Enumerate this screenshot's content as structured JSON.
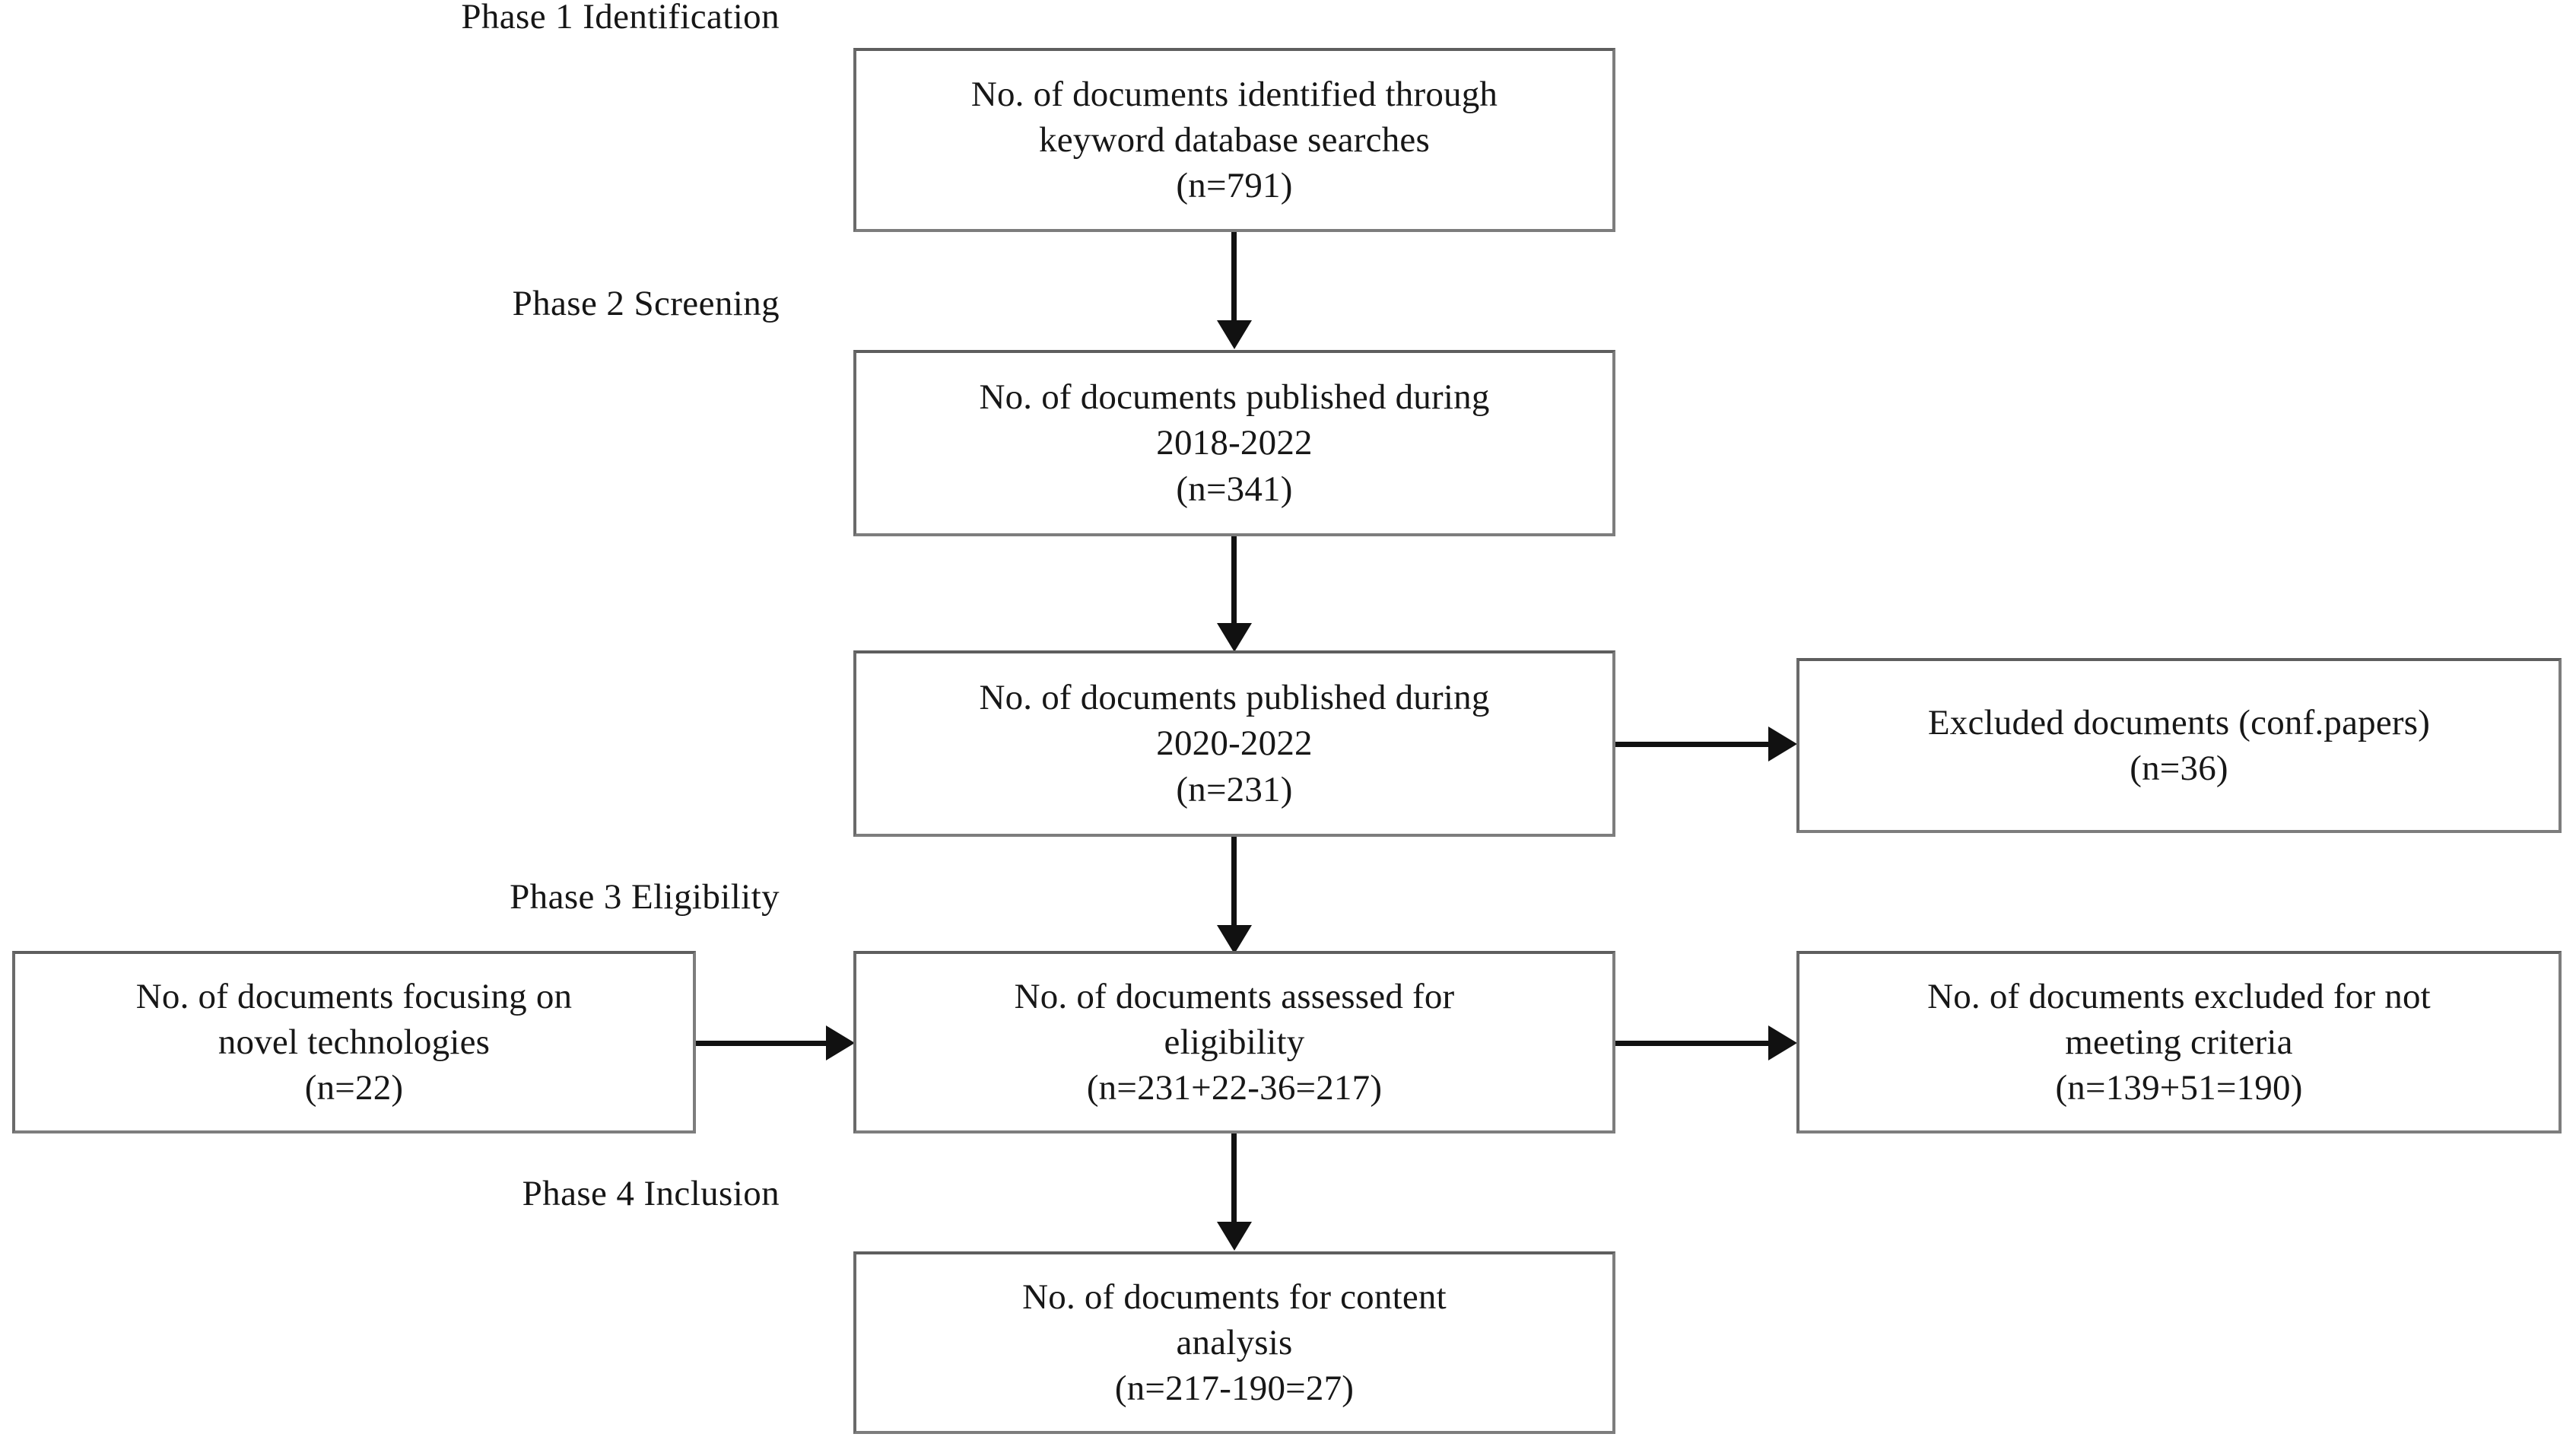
{
  "diagram": {
    "title": "PRISMA document selection flow diagram",
    "type": "flowchart",
    "colors": {
      "box_border": "#7d7d7d",
      "connector": "#111111",
      "text": "#171717",
      "background": "#ffffff"
    },
    "phases": [
      {
        "id": "phase-1",
        "label": "Phase 1  Identification"
      },
      {
        "id": "phase-2",
        "label": "Phase 2 Screening"
      },
      {
        "id": "phase-3",
        "label": "Phase 3 Eligibility"
      },
      {
        "id": "phase-4",
        "label": "Phase 4 Inclusion"
      }
    ],
    "nodes": {
      "identified": {
        "line1": "No. of documents identified through",
        "line2": "keyword database searches",
        "count": "(n=791)"
      },
      "published_2018_2022": {
        "line1": "No. of documents published during",
        "line2": "2018-2022",
        "count": "(n=341)"
      },
      "published_2020_2022": {
        "line1": "No. of documents published during",
        "line2": "2020-2022",
        "count": "(n=231)"
      },
      "excluded_conf_papers": {
        "line1": "Excluded documents (conf.papers)",
        "count": "(n=36)"
      },
      "novel_technologies": {
        "line1": "No. of documents focusing on",
        "line2": "novel technologies",
        "count": "(n=22)"
      },
      "assessed_eligibility": {
        "line1": "No. of documents assessed for",
        "line2": "eligibility",
        "count": "(n=231+22-36=217)"
      },
      "excluded_criteria": {
        "line1": "No. of documents excluded for not",
        "line2": "meeting criteria",
        "count": "(n=139+51=190)"
      },
      "content_analysis": {
        "line1": "No. of documents for content",
        "line2": "analysis",
        "count": "(n=217-190=27)"
      }
    },
    "edges": [
      {
        "id": "edge-identified-to-2018",
        "from": "identified",
        "to": "published_2018_2022",
        "direction": "down"
      },
      {
        "id": "edge-2018-to-2020",
        "from": "published_2018_2022",
        "to": "published_2020_2022",
        "direction": "down"
      },
      {
        "id": "edge-2020-to-excluded-conf",
        "from": "published_2020_2022",
        "to": "excluded_conf_papers",
        "direction": "right"
      },
      {
        "id": "edge-2020-to-assessed",
        "from": "published_2020_2022",
        "to": "assessed_eligibility",
        "direction": "down"
      },
      {
        "id": "edge-novel-to-assessed",
        "from": "novel_technologies",
        "to": "assessed_eligibility",
        "direction": "right"
      },
      {
        "id": "edge-assessed-to-excluded-criteria",
        "from": "assessed_eligibility",
        "to": "excluded_criteria",
        "direction": "right"
      },
      {
        "id": "edge-assessed-to-content",
        "from": "assessed_eligibility",
        "to": "content_analysis",
        "direction": "down"
      }
    ]
  }
}
